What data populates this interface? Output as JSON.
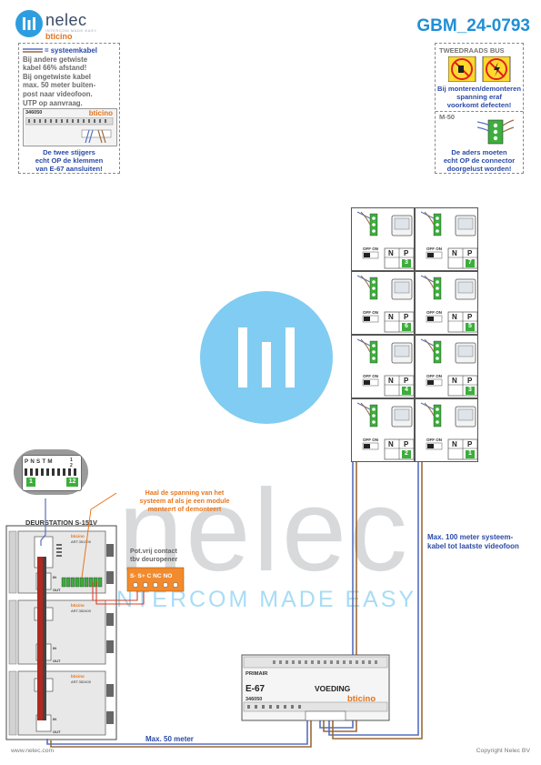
{
  "header": {
    "logo_name": "nelec",
    "logo_sub": "INTERCOM MADE EASY",
    "logo_brand": "bticino",
    "doc_id": "GBM_24-0793"
  },
  "note_left": {
    "legend": "= systeemkabel",
    "lines": [
      "Bij andere getwiste",
      "kabel 66% afstand!",
      "Bij ongetwiste kabel",
      "max. 50 meter buiten-",
      "post naar videofoon.",
      "UTP op aanvraag."
    ],
    "module_label": "346050",
    "brand": "bticino",
    "caption_lines": [
      "De twee stijgers",
      "echt OP de klemmen",
      "van E-67 aansluiten!"
    ]
  },
  "note_right": {
    "title": "TWEEDRAADS BUS",
    "warning_lines": [
      "Bij monteren/demonteren",
      "spanning eraf",
      "voorkomt defecten!"
    ],
    "m50_label": "M-50",
    "connector_lines": [
      "De aders moeten",
      "echt OP de connector",
      "doorgelust worden!"
    ]
  },
  "apartments": [
    {
      "np": "3",
      "offon": "OFF ON"
    },
    {
      "np": "7",
      "offon": "OFF ON"
    },
    {
      "np": "6",
      "offon": "OFF ON"
    },
    {
      "np": "5",
      "offon": "OFF ON"
    },
    {
      "np": "4",
      "offon": "OFF ON"
    },
    {
      "np": "3",
      "offon": "OFF ON"
    },
    {
      "np": "2",
      "offon": "OFF ON"
    },
    {
      "np": "1",
      "offon": "OFF ON"
    }
  ],
  "np_header": {
    "n": "N",
    "p": "P"
  },
  "dip": {
    "labels": [
      "P",
      "N",
      "S",
      "T",
      "M"
    ],
    "right_label_top": "1",
    "right_label_bottom": "2",
    "value_left": "1",
    "value_right": "12"
  },
  "warning_orange": [
    "Haal de spanning van het",
    "systeem af als je een module",
    "monteert of demonteert"
  ],
  "door_station": {
    "title": "DEURSTATION S-151V",
    "module_codes": [
      "ART.351300",
      "ART.352400",
      "ART.352400"
    ],
    "brand": "bticino",
    "in_label": "IN",
    "out_label": "OUT"
  },
  "relay": {
    "caption_lines": [
      "Pot.vrij contact",
      "tbv deuropener"
    ],
    "terminals": "S- S+ C NC NO"
  },
  "power_supply": {
    "primary_label": "PRIMAIR",
    "model": "E-67",
    "title": "VOEDING",
    "brand": "bticino",
    "code": "346050"
  },
  "cable_notes": {
    "max50": "Max. 50 meter",
    "max100_lines": [
      "Max. 100 meter systeem-",
      "kabel tot laatste videofoon"
    ]
  },
  "watermark": {
    "brand": "nelec",
    "tagline": "INTERCOM MADE EASY"
  },
  "footer": {
    "left": "www.nelec.com",
    "right": "Copyright Nelec BV"
  },
  "colors": {
    "accent_blue": "#1f8fd6",
    "note_blue": "#2a4aa8",
    "warning_orange": "#e8761d",
    "terminal_green": "#3cae3c",
    "cable_blue": "#5570c0",
    "cable_brown": "#9a6a3a",
    "watermark_blue": "#6bc3f0"
  }
}
